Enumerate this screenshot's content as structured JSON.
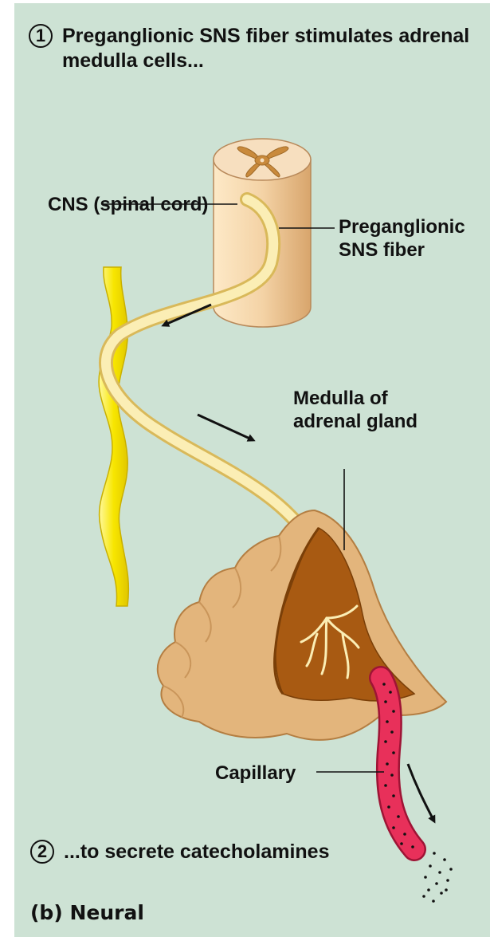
{
  "figure": {
    "step1": {
      "number": "1",
      "text": "Preganglionic SNS fiber stimulates adrenal medulla cells..."
    },
    "step2": {
      "number": "2",
      "text": "...to secrete catecholamines"
    },
    "labels": {
      "cns": "CNS (spinal cord)",
      "preganglionic": "Preganglionic SNS fiber",
      "medulla": "Medulla of adrenal gland",
      "capillary": "Capillary"
    },
    "caption": "(b) Neural"
  },
  "colors": {
    "background": "#cde2d4",
    "spinal_cord": "#f2cfa0",
    "gray_matter": "#c98a3c",
    "nerve_fiber": "#f7e7a4",
    "sympathetic_chain": "#f5e400",
    "adrenal_cortex": "#e3b57c",
    "adrenal_medulla": "#a85a12",
    "capillary": "#e8305a"
  }
}
